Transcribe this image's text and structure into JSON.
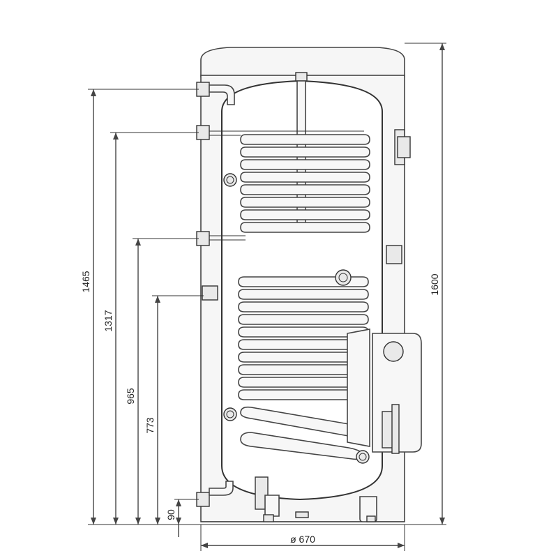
{
  "dimensions": {
    "total_height": "1600",
    "top_outlet_height": "1465",
    "upper_coil_inlet_height": "1317",
    "upper_coil_outlet_height": "965",
    "recirculation_height": "773",
    "bottom_inlet_height": "90",
    "diameter": "ø 670"
  },
  "colors": {
    "line": "#444444",
    "fill": "#f6f6f6",
    "background": "#ffffff"
  }
}
